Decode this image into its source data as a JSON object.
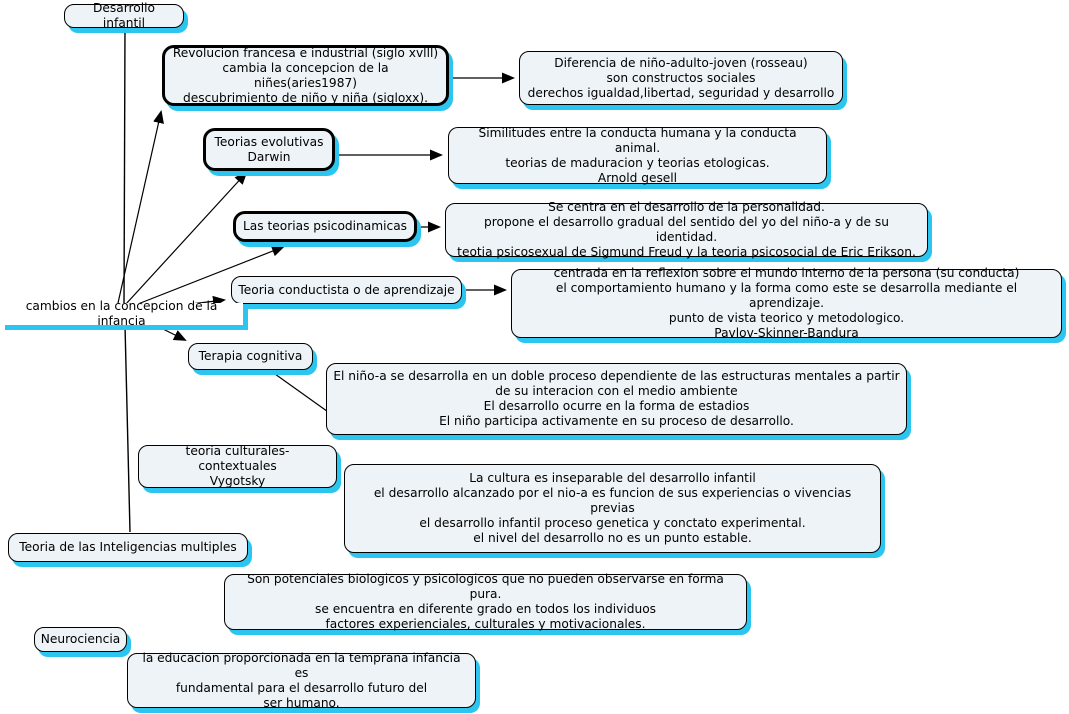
{
  "app": {
    "type": "concept-map",
    "topic": "Desarrollo infantil"
  },
  "colors": {
    "background": "#ffffff",
    "node_fill": "#edf3f7",
    "node_border": "#000000",
    "shadow": "#2bc5ef",
    "text": "#000000"
  },
  "nodes": {
    "desarrollo_infantil": {
      "text": "Desarrollo infantil"
    },
    "revolucion": {
      "text": "Revolucion francesa e industrial (siglo xvlll)\ncambia la concepcion de la niñes(aries1987)\ndescubrimiento de niño y niña (sigloxx)."
    },
    "diferencia": {
      "text": "Diferencia de niño-adulto-joven (rosseau)\nson constructos sociales\nderechos igualdad,libertad, seguridad y desarrollo"
    },
    "evolutivas": {
      "text": "Teorias evolutivas\nDarwin"
    },
    "similitudes": {
      "text": "Similitudes entre la conducta humana y la conducta animal.\nteorias de maduracion y teorias etologicas.\nArnold gesell"
    },
    "psicodinamicas": {
      "text": "Las teorias psicodinamicas"
    },
    "psicodinamicas_desc": {
      "text": "Se centra en el desarrollo de la personalidad.\npropone el desarrollo gradual del sentido del yo del niño-a y de su identidad.\nteotia psicosexual de Sigmund Freud y la teoria psicosocial de Eric Erikson."
    },
    "conductista": {
      "text": "Teoria conductista o de aprendizaje"
    },
    "conductista_desc": {
      "text": "centrada en la reflexion sobre el mundo interno de la persona (su conducta)\nel comportamiento humano y la forma como este se desarrolla mediante el aprendizaje.\npunto de vista teorico y metodologico.\nPavlov-Skinner-Bandura"
    },
    "hub": {
      "text": "cambios en la concepcion de la infancia"
    },
    "cognitiva": {
      "text": "Terapia cognitiva"
    },
    "cognitiva_desc": {
      "text": "El niño-a  se desarrolla en un doble proceso dependiente de las estructuras mentales a partir\nde su interacion con el medio ambiente\nEl desarrollo ocurre en la forma de estadios\nEl niño participa activamente en su proceso de desarrollo."
    },
    "culturales": {
      "text": "teoria culturales- contextuales\nVygotsky"
    },
    "culturales_desc": {
      "text": "La cultura es inseparable del desarrollo infantil\nel desarrollo alcanzado por el nio-a es funcion de sus experiencias o vivencias previas\nel desarrollo infantil proceso genetica y conctato experimental.\nel nivel del desarrollo no es un punto estable."
    },
    "inteligencias": {
      "text": "Teoria de las Inteligencias multiples"
    },
    "inteligencias_desc": {
      "text": "Son potenciales biologicos y psicologicos que no pueden observarse en forma pura.\nse encuentra en diferente grado en todos los individuos\nfactores experienciales, culturales y motivacionales."
    },
    "neurociencia": {
      "text": "Neurociencia"
    },
    "neurociencia_desc": {
      "text": "la educacion proporcionada en la temprana infancia es\nfundamental para el desarrollo futuro del\nser humano."
    }
  },
  "edges": [
    {
      "from": "desarrollo_infantil",
      "to": "hub",
      "arrow": false
    },
    {
      "from": "hub",
      "to": "inteligencias",
      "arrow": false
    },
    {
      "from": "hub",
      "to": "revolucion",
      "arrow": true
    },
    {
      "from": "hub",
      "to": "evolutivas",
      "arrow": true
    },
    {
      "from": "hub",
      "to": "psicodinamicas",
      "arrow": true
    },
    {
      "from": "hub",
      "to": "conductista",
      "arrow": true
    },
    {
      "from": "hub",
      "to": "cognitiva",
      "arrow": true
    },
    {
      "from": "revolucion",
      "to": "diferencia",
      "arrow": true
    },
    {
      "from": "evolutivas",
      "to": "similitudes",
      "arrow": true
    },
    {
      "from": "psicodinamicas",
      "to": "psicodinamicas_desc",
      "arrow": true
    },
    {
      "from": "conductista",
      "to": "conductista_desc",
      "arrow": true
    },
    {
      "from": "cognitiva",
      "to": "cognitiva_desc",
      "arrow": false
    }
  ]
}
